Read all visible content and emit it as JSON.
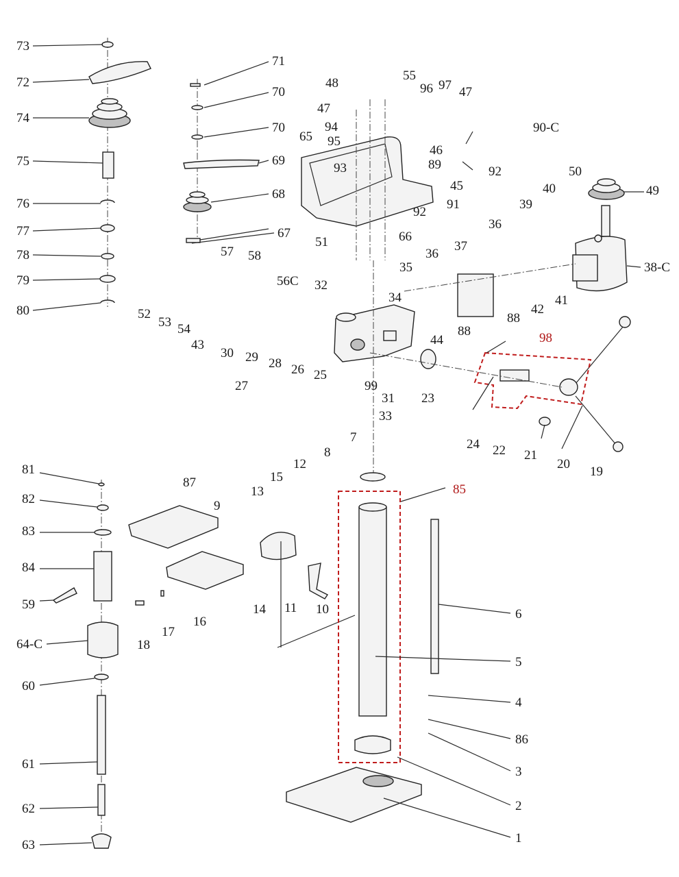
{
  "labels": [
    {
      "n": "73"
    },
    {
      "n": "72"
    },
    {
      "n": "74"
    },
    {
      "n": "75"
    },
    {
      "n": "76"
    },
    {
      "n": "77"
    },
    {
      "n": "78"
    },
    {
      "n": "79"
    },
    {
      "n": "80"
    },
    {
      "n": "71"
    },
    {
      "n": "70"
    },
    {
      "n": "70"
    },
    {
      "n": "69"
    },
    {
      "n": "68"
    },
    {
      "n": "67"
    },
    {
      "n": "48"
    },
    {
      "n": "47"
    },
    {
      "n": "55"
    },
    {
      "n": "96"
    },
    {
      "n": "97"
    },
    {
      "n": "47"
    },
    {
      "n": "94"
    },
    {
      "n": "95"
    },
    {
      "n": "65"
    },
    {
      "n": "93"
    },
    {
      "n": "46"
    },
    {
      "n": "89"
    },
    {
      "n": "90-C"
    },
    {
      "n": "92"
    },
    {
      "n": "45"
    },
    {
      "n": "91"
    },
    {
      "n": "92"
    },
    {
      "n": "50"
    },
    {
      "n": "40"
    },
    {
      "n": "49"
    },
    {
      "n": "39"
    },
    {
      "n": "36"
    },
    {
      "n": "66"
    },
    {
      "n": "51"
    },
    {
      "n": "58"
    },
    {
      "n": "57"
    },
    {
      "n": "56C"
    },
    {
      "n": "32"
    },
    {
      "n": "35"
    },
    {
      "n": "36"
    },
    {
      "n": "37"
    },
    {
      "n": "38-C"
    },
    {
      "n": "52"
    },
    {
      "n": "53"
    },
    {
      "n": "54"
    },
    {
      "n": "43"
    },
    {
      "n": "30"
    },
    {
      "n": "29"
    },
    {
      "n": "28"
    },
    {
      "n": "27"
    },
    {
      "n": "26"
    },
    {
      "n": "25"
    },
    {
      "n": "34"
    },
    {
      "n": "44"
    },
    {
      "n": "88"
    },
    {
      "n": "88"
    },
    {
      "n": "42"
    },
    {
      "n": "41"
    },
    {
      "n": "98"
    },
    {
      "n": "99"
    },
    {
      "n": "31"
    },
    {
      "n": "33"
    },
    {
      "n": "23"
    },
    {
      "n": "24"
    },
    {
      "n": "22"
    },
    {
      "n": "21"
    },
    {
      "n": "20"
    },
    {
      "n": "19"
    },
    {
      "n": "81"
    },
    {
      "n": "82"
    },
    {
      "n": "83"
    },
    {
      "n": "84"
    },
    {
      "n": "59"
    },
    {
      "n": "64-C"
    },
    {
      "n": "60"
    },
    {
      "n": "61"
    },
    {
      "n": "62"
    },
    {
      "n": "63"
    },
    {
      "n": "87"
    },
    {
      "n": "9"
    },
    {
      "n": "13"
    },
    {
      "n": "15"
    },
    {
      "n": "12"
    },
    {
      "n": "8"
    },
    {
      "n": "7"
    },
    {
      "n": "85"
    },
    {
      "n": "16"
    },
    {
      "n": "14"
    },
    {
      "n": "11"
    },
    {
      "n": "10"
    },
    {
      "n": "17"
    },
    {
      "n": "18"
    },
    {
      "n": "6"
    },
    {
      "n": "5"
    },
    {
      "n": "4"
    },
    {
      "n": "86"
    },
    {
      "n": "3"
    },
    {
      "n": "2"
    },
    {
      "n": "1"
    }
  ],
  "highlight_color": "#c01c1c",
  "line_color": "#222222"
}
